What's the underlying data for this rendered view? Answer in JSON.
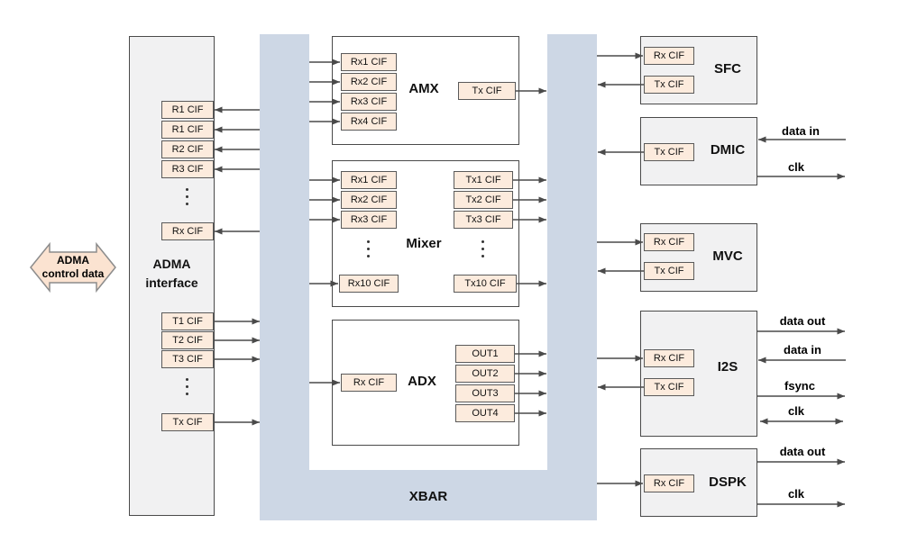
{
  "control_arrow": {
    "line1": "ADMA",
    "line2": "control data"
  },
  "adma": {
    "label_line1": "ADMA",
    "label_line2": "interface",
    "rx_cifs": [
      "R1 CIF",
      "R1 CIF",
      "R2 CIF",
      "R3 CIF"
    ],
    "rx_last": "Rx CIF",
    "tx_cifs": [
      "T1 CIF",
      "T2 CIF",
      "T3 CIF"
    ],
    "tx_last": "Tx CIF"
  },
  "xbar": {
    "label": "XBAR",
    "amx": {
      "label": "AMX",
      "rx_cifs": [
        "Rx1 CIF",
        "Rx2 CIF",
        "Rx3 CIF",
        "Rx4 CIF"
      ],
      "tx_cif": "Tx CIF"
    },
    "mixer": {
      "label": "Mixer",
      "rx_cifs": [
        "Rx1 CIF",
        "Rx2 CIF",
        "Rx3 CIF"
      ],
      "rx_last": "Rx10 CIF",
      "tx_cifs": [
        "Tx1 CIF",
        "Tx2 CIF",
        "Tx3 CIF"
      ],
      "tx_last": "Tx10 CIF"
    },
    "adx": {
      "label": "ADX",
      "rx_cif": "Rx CIF",
      "outs": [
        "OUT1",
        "OUT2",
        "OUT3",
        "OUT4"
      ]
    }
  },
  "peripherals": {
    "sfc": {
      "label": "SFC",
      "rx_cif": "Rx CIF",
      "tx_cif": "Tx CIF"
    },
    "dmic": {
      "label": "DMIC",
      "tx_cif": "Tx CIF",
      "signals": {
        "data_in": "data in",
        "clk": "clk"
      }
    },
    "mvc": {
      "label": "MVC",
      "rx_cif": "Rx CIF",
      "tx_cif": "Tx CIF"
    },
    "i2s": {
      "label": "I2S",
      "rx_cif": "Rx CIF",
      "tx_cif": "Tx CIF",
      "signals": {
        "data_out": "data out",
        "data_in": "data in",
        "fsync": "fsync",
        "clk": "clk"
      }
    },
    "dspk": {
      "label": "DSPK",
      "rx_cif": "Rx CIF",
      "signals": {
        "data_out": "data out",
        "clk": "clk"
      }
    }
  },
  "icons": {
    "control_flow": "double-horizontal-arrow"
  },
  "colors": {
    "cif_fill": "#fcebdd",
    "block_fill": "#f1f1f2",
    "xbar_fill": "#cdd7e5",
    "arrow_fill": "#fbe3d1",
    "line": "#4a4a4a"
  }
}
